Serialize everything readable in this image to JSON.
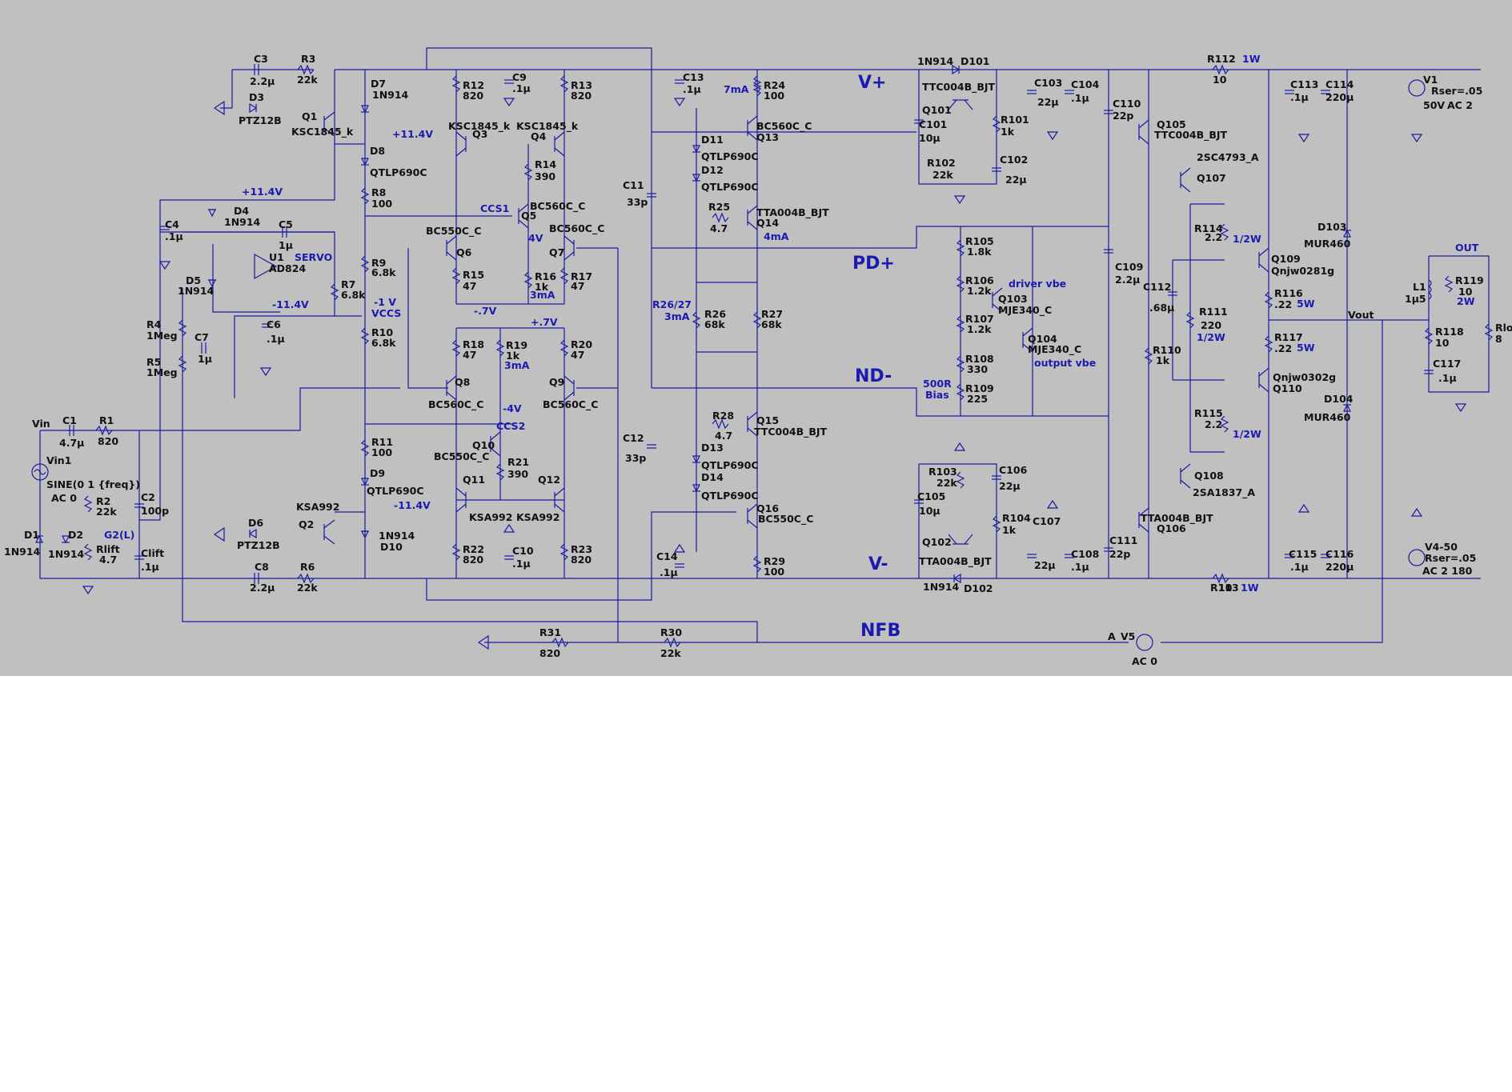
{
  "colors": {
    "background": "#c0c0c0",
    "wire": "#1a1aa0",
    "part_text": "#111111",
    "annotation_text": "#1a1ab0",
    "page": "#ffffff"
  },
  "nets": [
    {
      "id": "n-vplus",
      "text": "V+"
    },
    {
      "id": "n-pdplus",
      "text": "PD+"
    },
    {
      "id": "n-ndminus",
      "text": "ND-"
    },
    {
      "id": "n-vminus",
      "text": "V-"
    },
    {
      "id": "n-nfb",
      "text": "NFB"
    }
  ],
  "annotations": [
    {
      "id": "a-11p4-a",
      "text": "+11.4V"
    },
    {
      "id": "a-11p4-b",
      "text": "+11.4V"
    },
    {
      "id": "a-11m4-a",
      "text": "-11.4V"
    },
    {
      "id": "a-11m4-b",
      "text": "-11.4V"
    },
    {
      "id": "a-servo",
      "text": "SERVO"
    },
    {
      "id": "a-1v",
      "text": "-1 V"
    },
    {
      "id": "a-vccs",
      "text": "VCCS"
    },
    {
      "id": "a-ccs1",
      "text": "CCS1"
    },
    {
      "id": "a-4v",
      "text": "4V"
    },
    {
      "id": "a-3ma-a",
      "text": "3mA"
    },
    {
      "id": "a-7vn",
      "text": "-.7V"
    },
    {
      "id": "a-7vp",
      "text": "+.7V"
    },
    {
      "id": "a-3ma-b",
      "text": "3mA"
    },
    {
      "id": "a-4vn",
      "text": "-4V"
    },
    {
      "id": "a-ccs2",
      "text": "CCS2"
    },
    {
      "id": "a-g2l",
      "text": "G2(L)"
    },
    {
      "id": "a-7ma",
      "text": "7mA"
    },
    {
      "id": "a-4ma",
      "text": "4mA"
    },
    {
      "id": "a-r2627",
      "text": "R26/27"
    },
    {
      "id": "a-3ma-c",
      "text": "3mA"
    },
    {
      "id": "a-drvbe",
      "text": "driver vbe"
    },
    {
      "id": "a-outvbe",
      "text": "output vbe"
    },
    {
      "id": "a-500r",
      "text": "500R"
    },
    {
      "id": "a-bias",
      "text": "Bias"
    },
    {
      "id": "a-1w-a",
      "text": "1W"
    },
    {
      "id": "a-1w-b",
      "text": "1W"
    },
    {
      "id": "a-half-a",
      "text": "1/2W"
    },
    {
      "id": "a-half-b",
      "text": "1/2W"
    },
    {
      "id": "a-half-c",
      "text": "1/2W"
    },
    {
      "id": "a-5w-a",
      "text": "5W"
    },
    {
      "id": "a-5w-b",
      "text": "5W"
    },
    {
      "id": "a-2w",
      "text": "2W"
    },
    {
      "id": "a-out",
      "text": "OUT"
    }
  ],
  "labels": [
    {
      "id": "c3",
      "text": "C3"
    },
    {
      "id": "c3v",
      "text": "2.2µ"
    },
    {
      "id": "r3",
      "text": "R3"
    },
    {
      "id": "r3v",
      "text": "22k"
    },
    {
      "id": "d3",
      "text": "D3"
    },
    {
      "id": "d3v",
      "text": "PTZ12B"
    },
    {
      "id": "q1",
      "text": "Q1"
    },
    {
      "id": "q1v",
      "text": "KSC1845_k"
    },
    {
      "id": "d7",
      "text": "D7"
    },
    {
      "id": "d7v",
      "text": "1N914"
    },
    {
      "id": "r12",
      "text": "R12"
    },
    {
      "id": "r12v",
      "text": "820"
    },
    {
      "id": "c9",
      "text": "C9"
    },
    {
      "id": "c9v",
      "text": ".1µ"
    },
    {
      "id": "r13",
      "text": "R13"
    },
    {
      "id": "r13v",
      "text": "820"
    },
    {
      "id": "c13",
      "text": "C13"
    },
    {
      "id": "c13v",
      "text": ".1µ"
    },
    {
      "id": "r24",
      "text": "R24"
    },
    {
      "id": "r24v",
      "text": "100"
    },
    {
      "id": "q3v",
      "text": "KSC1845_k"
    },
    {
      "id": "q3",
      "text": "Q3"
    },
    {
      "id": "q4v",
      "text": "KSC1845_k"
    },
    {
      "id": "q4",
      "text": "Q4"
    },
    {
      "id": "d8",
      "text": "D8"
    },
    {
      "id": "d8v",
      "text": "QTLP690C"
    },
    {
      "id": "r14",
      "text": "R14"
    },
    {
      "id": "r14v",
      "text": "390"
    },
    {
      "id": "r8",
      "text": "R8"
    },
    {
      "id": "r8v",
      "text": "100"
    },
    {
      "id": "q5v",
      "text": "BC560C_C"
    },
    {
      "id": "q5",
      "text": "Q5"
    },
    {
      "id": "d4",
      "text": "D4"
    },
    {
      "id": "d4v",
      "text": "1N914"
    },
    {
      "id": "c4",
      "text": "C4"
    },
    {
      "id": "c4v",
      "text": ".1µ"
    },
    {
      "id": "c5",
      "text": "C5"
    },
    {
      "id": "c5v",
      "text": "1µ"
    },
    {
      "id": "u1",
      "text": "U1"
    },
    {
      "id": "u1v",
      "text": "AD824"
    },
    {
      "id": "q6v",
      "text": "BC550C_C"
    },
    {
      "id": "q6",
      "text": "Q6"
    },
    {
      "id": "q7v",
      "text": "BC560C_C"
    },
    {
      "id": "q7",
      "text": "Q7"
    },
    {
      "id": "r9",
      "text": "R9"
    },
    {
      "id": "r9v",
      "text": "6.8k"
    },
    {
      "id": "d5",
      "text": "D5"
    },
    {
      "id": "d5v",
      "text": "1N914"
    },
    {
      "id": "r7",
      "text": "R7"
    },
    {
      "id": "r7v",
      "text": "6.8k"
    },
    {
      "id": "r15",
      "text": "R15"
    },
    {
      "id": "r15v",
      "text": "47"
    },
    {
      "id": "r16",
      "text": "R16"
    },
    {
      "id": "r16v",
      "text": "1k"
    },
    {
      "id": "r17",
      "text": "R17"
    },
    {
      "id": "r17v",
      "text": "47"
    },
    {
      "id": "c6",
      "text": "C6"
    },
    {
      "id": "c6v",
      "text": ".1µ"
    },
    {
      "id": "r4",
      "text": "R4"
    },
    {
      "id": "r4v",
      "text": "1Meg"
    },
    {
      "id": "r10",
      "text": "R10"
    },
    {
      "id": "r10v",
      "text": "6.8k"
    },
    {
      "id": "c7",
      "text": "C7"
    },
    {
      "id": "c7v",
      "text": "1µ"
    },
    {
      "id": "r5",
      "text": "R5"
    },
    {
      "id": "r5v",
      "text": "1Meg"
    },
    {
      "id": "r18",
      "text": "R18"
    },
    {
      "id": "r18v",
      "text": "47"
    },
    {
      "id": "r19",
      "text": "R19"
    },
    {
      "id": "r19v",
      "text": "1k"
    },
    {
      "id": "r20",
      "text": "R20"
    },
    {
      "id": "r20v",
      "text": "47"
    },
    {
      "id": "q8",
      "text": "Q8"
    },
    {
      "id": "q8v",
      "text": "BC560C_C"
    },
    {
      "id": "q9",
      "text": "Q9"
    },
    {
      "id": "q9v",
      "text": "BC560C_C"
    },
    {
      "id": "vin",
      "text": "Vin"
    },
    {
      "id": "c1",
      "text": "C1"
    },
    {
      "id": "c1v",
      "text": "4.7µ"
    },
    {
      "id": "r1",
      "text": "R1"
    },
    {
      "id": "r1v",
      "text": "820"
    },
    {
      "id": "r11",
      "text": "R11"
    },
    {
      "id": "r11v",
      "text": "100"
    },
    {
      "id": "q10",
      "text": "Q10"
    },
    {
      "id": "q10v",
      "text": "BC550C_C"
    },
    {
      "id": "r21",
      "text": "R21"
    },
    {
      "id": "r21v",
      "text": "390"
    },
    {
      "id": "vin1",
      "text": "Vin1"
    },
    {
      "id": "sine",
      "text": "SINE(0 1 {freq})"
    },
    {
      "id": "ac0a",
      "text": "AC 0"
    },
    {
      "id": "d9",
      "text": "D9"
    },
    {
      "id": "d9v",
      "text": "QTLP690C"
    },
    {
      "id": "q11",
      "text": "Q11"
    },
    {
      "id": "q12",
      "text": "Q12"
    },
    {
      "id": "r2",
      "text": "R2"
    },
    {
      "id": "r2v",
      "text": "22k"
    },
    {
      "id": "c2",
      "text": "C2"
    },
    {
      "id": "c2v",
      "text": "100p"
    },
    {
      "id": "q2v",
      "text": "KSA992"
    },
    {
      "id": "q2",
      "text": "Q2"
    },
    {
      "id": "q11v",
      "text": "KSA992"
    },
    {
      "id": "q12v",
      "text": "KSA992"
    },
    {
      "id": "d1",
      "text": "D1"
    },
    {
      "id": "d1v",
      "text": "1N914"
    },
    {
      "id": "d2",
      "text": "D2"
    },
    {
      "id": "d2v",
      "text": "1N914"
    },
    {
      "id": "rlift",
      "text": "Rlift"
    },
    {
      "id": "rliftv",
      "text": "4.7"
    },
    {
      "id": "clift",
      "text": "Clift"
    },
    {
      "id": "cliftv",
      "text": ".1µ"
    },
    {
      "id": "d6",
      "text": "D6"
    },
    {
      "id": "d6v",
      "text": "PTZ12B"
    },
    {
      "id": "d10",
      "text": "1N914"
    },
    {
      "id": "d10v",
      "text": "D10"
    },
    {
      "id": "r22",
      "text": "R22"
    },
    {
      "id": "r22v",
      "text": "820"
    },
    {
      "id": "c10",
      "text": "C10"
    },
    {
      "id": "c10v",
      "text": ".1µ"
    },
    {
      "id": "r23",
      "text": "R23"
    },
    {
      "id": "r23v",
      "text": "820"
    },
    {
      "id": "c8",
      "text": "C8"
    },
    {
      "id": "c8v",
      "text": "2.2µ"
    },
    {
      "id": "r6",
      "text": "R6"
    },
    {
      "id": "r6v",
      "text": "22k"
    },
    {
      "id": "r31",
      "text": "R31"
    },
    {
      "id": "r31v",
      "text": "820"
    },
    {
      "id": "r30",
      "text": "R30"
    },
    {
      "id": "r30v",
      "text": "22k"
    },
    {
      "id": "c11",
      "text": "C11"
    },
    {
      "id": "c11v",
      "text": "33p"
    },
    {
      "id": "d11",
      "text": "D11"
    },
    {
      "id": "d11v",
      "text": "QTLP690C"
    },
    {
      "id": "q13v",
      "text": "BC560C_C"
    },
    {
      "id": "q13",
      "text": "Q13"
    },
    {
      "id": "d12",
      "text": "D12"
    },
    {
      "id": "d12v",
      "text": "QTLP690C"
    },
    {
      "id": "r25",
      "text": "R25"
    },
    {
      "id": "r25v",
      "text": "4.7"
    },
    {
      "id": "q14v",
      "text": "TTA004B_BJT"
    },
    {
      "id": "q14",
      "text": "Q14"
    },
    {
      "id": "r26",
      "text": "R26"
    },
    {
      "id": "r26v",
      "text": "68k"
    },
    {
      "id": "r27",
      "text": "R27"
    },
    {
      "id": "r27v",
      "text": "68k"
    },
    {
      "id": "r28",
      "text": "R28"
    },
    {
      "id": "r28v",
      "text": "4.7"
    },
    {
      "id": "q15",
      "text": "Q15"
    },
    {
      "id": "q15v",
      "text": "TTC004B_BJT"
    },
    {
      "id": "c12",
      "text": "C12"
    },
    {
      "id": "c12v",
      "text": "33p"
    },
    {
      "id": "d13",
      "text": "D13"
    },
    {
      "id": "d13v",
      "text": "QTLP690C"
    },
    {
      "id": "d14",
      "text": "D14"
    },
    {
      "id": "d14v",
      "text": "QTLP690C"
    },
    {
      "id": "q16",
      "text": "Q16"
    },
    {
      "id": "q16v",
      "text": "BC550C_C"
    },
    {
      "id": "c14",
      "text": "C14"
    },
    {
      "id": "c14v",
      "text": ".1µ"
    },
    {
      "id": "r29",
      "text": "R29"
    },
    {
      "id": "r29v",
      "text": "100"
    },
    {
      "id": "d101v",
      "text": "1N914"
    },
    {
      "id": "d101",
      "text": "D101"
    },
    {
      "id": "q101v",
      "text": "TTC004B_BJT"
    },
    {
      "id": "q101",
      "text": "Q101"
    },
    {
      "id": "c101",
      "text": "C101"
    },
    {
      "id": "c101v",
      "text": "10µ"
    },
    {
      "id": "r101",
      "text": "R101"
    },
    {
      "id": "r101v",
      "text": "1k"
    },
    {
      "id": "r102",
      "text": "R102"
    },
    {
      "id": "r102v",
      "text": "22k"
    },
    {
      "id": "c102",
      "text": "C102"
    },
    {
      "id": "c102v",
      "text": "22µ"
    },
    {
      "id": "c103",
      "text": "C103"
    },
    {
      "id": "c103v",
      "text": "22µ"
    },
    {
      "id": "c104",
      "text": "C104"
    },
    {
      "id": "c104v",
      "text": ".1µ"
    },
    {
      "id": "r105",
      "text": "R105"
    },
    {
      "id": "r105v",
      "text": "1.8k"
    },
    {
      "id": "r106",
      "text": "R106"
    },
    {
      "id": "r106v",
      "text": "1.2k"
    },
    {
      "id": "q103",
      "text": "Q103"
    },
    {
      "id": "q103v",
      "text": "MJE340_C"
    },
    {
      "id": "r107",
      "text": "R107"
    },
    {
      "id": "r107v",
      "text": "1.2k"
    },
    {
      "id": "q104",
      "text": "Q104"
    },
    {
      "id": "q104v",
      "text": "MJE340_C"
    },
    {
      "id": "r108",
      "text": "R108"
    },
    {
      "id": "r108v",
      "text": "330"
    },
    {
      "id": "r109",
      "text": "R109"
    },
    {
      "id": "r109v",
      "text": "225"
    },
    {
      "id": "r103",
      "text": "R103"
    },
    {
      "id": "r103v",
      "text": "22k"
    },
    {
      "id": "c106",
      "text": "C106"
    },
    {
      "id": "c106v",
      "text": "22µ"
    },
    {
      "id": "c105",
      "text": "C105"
    },
    {
      "id": "c105v",
      "text": "10µ"
    },
    {
      "id": "r104",
      "text": "R104"
    },
    {
      "id": "r104v",
      "text": "1k"
    },
    {
      "id": "q102",
      "text": "Q102"
    },
    {
      "id": "q102v",
      "text": "TTA004B_BJT"
    },
    {
      "id": "d102v",
      "text": "1N914"
    },
    {
      "id": "d102",
      "text": "D102"
    },
    {
      "id": "c107",
      "text": "C107"
    },
    {
      "id": "c107v",
      "text": "22µ"
    },
    {
      "id": "c108",
      "text": "C108"
    },
    {
      "id": "c108v",
      "text": ".1µ"
    },
    {
      "id": "c110",
      "text": "C110"
    },
    {
      "id": "c110v",
      "text": "22p"
    },
    {
      "id": "q105",
      "text": "Q105"
    },
    {
      "id": "q105v",
      "text": "TTC004B_BJT"
    },
    {
      "id": "r112",
      "text": "R112"
    },
    {
      "id": "r112v",
      "text": "10"
    },
    {
      "id": "c113",
      "text": "C113"
    },
    {
      "id": "c113v",
      "text": ".1µ"
    },
    {
      "id": "c114",
      "text": "C114"
    },
    {
      "id": "c114v",
      "text": "220µ"
    },
    {
      "id": "v1",
      "text": "V1"
    },
    {
      "id": "v1r",
      "text": "Rser=.05"
    },
    {
      "id": "v1v",
      "text": "50V"
    },
    {
      "id": "v1ac",
      "text": "AC 2"
    },
    {
      "id": "q107v",
      "text": "2SC4793_A"
    },
    {
      "id": "q107",
      "text": "Q107"
    },
    {
      "id": "r114",
      "text": "R114"
    },
    {
      "id": "r114v",
      "text": "2.2"
    },
    {
      "id": "q109",
      "text": "Q109"
    },
    {
      "id": "q109v",
      "text": "Qnjw0281g"
    },
    {
      "id": "d103",
      "text": "D103"
    },
    {
      "id": "d103v",
      "text": "MUR460"
    },
    {
      "id": "c109",
      "text": "C109"
    },
    {
      "id": "c109v",
      "text": "2.2µ"
    },
    {
      "id": "c112",
      "text": "C112"
    },
    {
      "id": "c112v",
      "text": ".68µ"
    },
    {
      "id": "r111",
      "text": "R111"
    },
    {
      "id": "r111v",
      "text": "220"
    },
    {
      "id": "r116",
      "text": "R116"
    },
    {
      "id": "r116v",
      "text": ".22"
    },
    {
      "id": "l1",
      "text": "L1"
    },
    {
      "id": "l1v",
      "text": "1µ5"
    },
    {
      "id": "r119",
      "text": "R119"
    },
    {
      "id": "r119v",
      "text": "10"
    },
    {
      "id": "vout",
      "text": "Vout"
    },
    {
      "id": "r117",
      "text": "R117"
    },
    {
      "id": "r117v",
      "text": ".22"
    },
    {
      "id": "r110",
      "text": "R110"
    },
    {
      "id": "r110v",
      "text": "1k"
    },
    {
      "id": "r118",
      "text": "R118"
    },
    {
      "id": "r118v",
      "text": "10"
    },
    {
      "id": "rlo",
      "text": "Rlo"
    },
    {
      "id": "rlov",
      "text": "8"
    },
    {
      "id": "c117",
      "text": "C117"
    },
    {
      "id": "c117v",
      "text": ".1µ"
    },
    {
      "id": "q110v",
      "text": "Qnjw0302g"
    },
    {
      "id": "q110",
      "text": "Q110"
    },
    {
      "id": "d104",
      "text": "D104"
    },
    {
      "id": "d104v",
      "text": "MUR460"
    },
    {
      "id": "r115",
      "text": "R115"
    },
    {
      "id": "r115v",
      "text": "2.2"
    },
    {
      "id": "q108",
      "text": "Q108"
    },
    {
      "id": "q108v",
      "text": "2SA1837_A"
    },
    {
      "id": "c111",
      "text": "C111"
    },
    {
      "id": "c111v",
      "text": "22p"
    },
    {
      "id": "q106v",
      "text": "TTA004B_BJT"
    },
    {
      "id": "q106",
      "text": "Q106"
    },
    {
      "id": "r113",
      "text": "R113"
    },
    {
      "id": "r113v",
      "text": "10"
    },
    {
      "id": "c115",
      "text": "C115"
    },
    {
      "id": "c115v",
      "text": ".1µ"
    },
    {
      "id": "c116",
      "text": "C116"
    },
    {
      "id": "c116v",
      "text": "220µ"
    },
    {
      "id": "v4",
      "text": "V4-50"
    },
    {
      "id": "v4r",
      "text": "Rser=.05"
    },
    {
      "id": "v4ac",
      "text": "AC 2 180"
    },
    {
      "id": "v5a",
      "text": "A"
    },
    {
      "id": "v5",
      "text": "V5"
    },
    {
      "id": "v5ac",
      "text": "AC 0"
    }
  ]
}
